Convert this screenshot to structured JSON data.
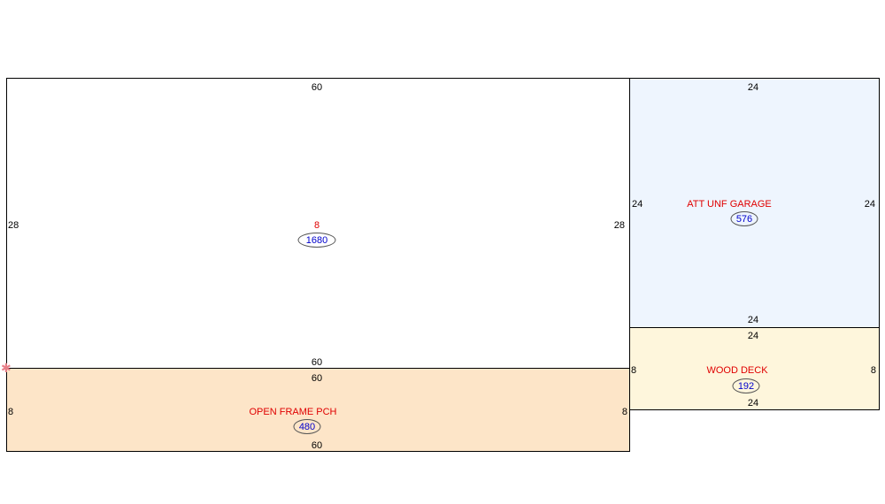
{
  "main_living": {
    "top_dim": "60",
    "left_dim": "28",
    "right_dim": "28",
    "bottom_dim": "60",
    "label": "8",
    "area": "1680",
    "fill": "#ffffff"
  },
  "porch": {
    "name": "OPEN FRAME PCH",
    "top_dim": "60",
    "left_dim": "8",
    "right_dim": "8",
    "bottom_dim": "60",
    "area": "480",
    "fill": "#fde5c8"
  },
  "garage": {
    "name": "ATT UNF GARAGE",
    "top_dim": "24",
    "left_dim": "24",
    "right_dim": "24",
    "bottom_dim": "24",
    "area": "576",
    "fill": "#eef5fe"
  },
  "deck": {
    "name": "WOOD DECK",
    "top_dim": "24",
    "left_dim": "8",
    "right_dim": "8",
    "bottom_dim": "24",
    "area": "192",
    "fill": "#fef6dc"
  },
  "marker": {
    "glyph": "✱",
    "color": "#e8808a"
  }
}
